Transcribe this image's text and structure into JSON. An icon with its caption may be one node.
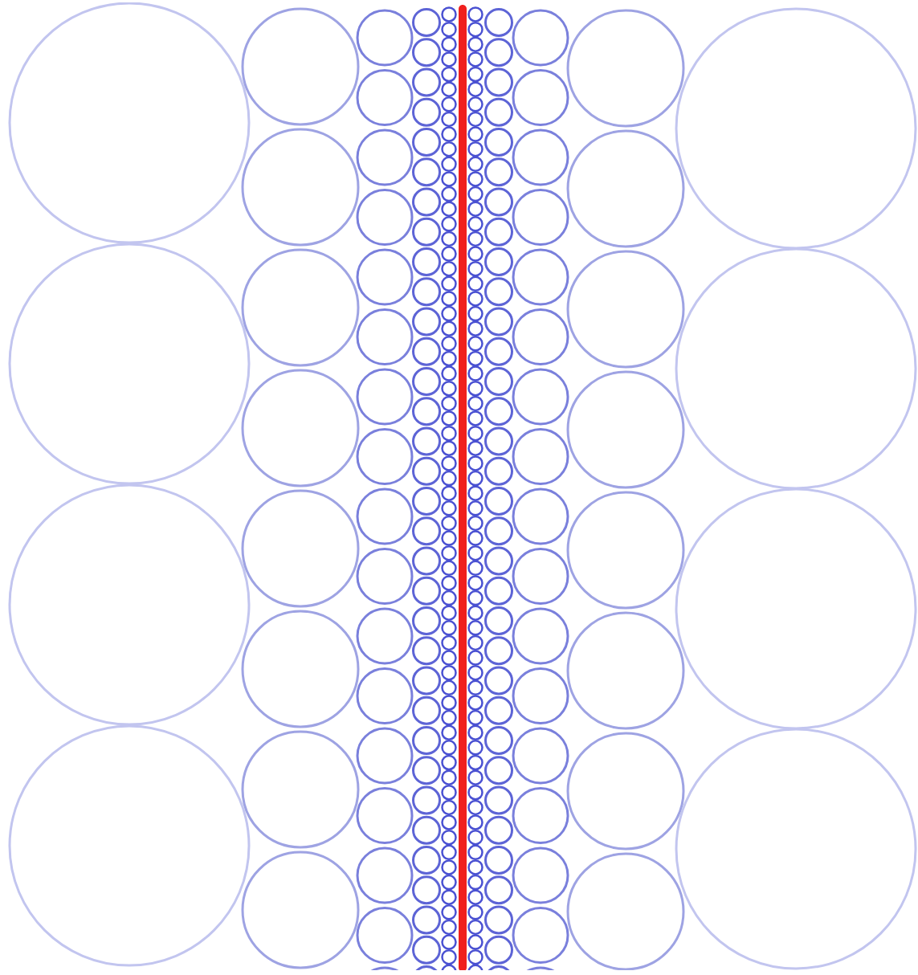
{
  "diagram": {
    "nodes": [
      {
        "text": [],
        "shape": "circle"
      },
      {
        "text": [],
        "shape": "circle"
      },
      {
        "text": [],
        "shape": "circle"
      },
      {
        "text": [],
        "shape": "circle"
      },
      {
        "text": [],
        "shape": "circle"
      },
      {
        "text": [],
        "shape": "circle"
      },
      {
        "text": [],
        "shape": "circle"
      },
      {
        "text": [],
        "shape": "circle"
      },
      {
        "text": [],
        "shape": "circle"
      },
      {
        "text": [],
        "shape": "circle"
      },
      {
        "text": [],
        "shape": "circle"
      },
      {
        "text": [],
        "shape": "circle"
      },
      {
        "text": [],
        "shape": "circle"
      },
      {
        "text": [],
        "shape": "circle"
      },
      {
        "text": [],
        "shape": "circle"
      },
      {
        "text": [],
        "shape": "circle"
      },
      {
        "text": [],
        "shape": "circle"
      },
      {
        "text": [],
        "shape": "circle"
      },
      {
        "text": [],
        "shape": "circle"
      },
      {
        "text": [],
        "shape": "circle"
      },
      {
        "text": [],
        "shape": "circle"
      },
      {
        "text": [],
        "shape": "circle"
      },
      {
        "text": [],
        "shape": "circle"
      },
      {
        "text": [],
        "shape": "circle"
      },
      {
        "text": [],
        "shape": "circle"
      },
      {
        "text": [],
        "shape": "circle"
      },
      {
        "text": [],
        "shape": "circle"
      },
      {
        "text": [],
        "shape": "circle"
      },
      {
        "text": [],
        "shape": "circle"
      },
      {
        "text": [],
        "shape": "circle"
      },
      {
        "text": [],
        "shape": "circle"
      },
      {
        "text": [],
        "shape": "circle"
      },
      {
        "text": [],
        "shape": "circle"
      },
      {
        "text": [],
        "shape": "circle"
      },
      {
        "text": [],
        "shape": "circle"
      },
      {
        "text": [],
        "shape": "circle"
      },
      {
        "text": [],
        "shape": "circle"
      },
      {
        "text": [],
        "shape": "circle"
      },
      {
        "text": [],
        "shape": "circle"
      },
      {
        "text": [],
        "shape": "circle"
      },
      {
        "text": [],
        "shape": "circle"
      },
      {
        "text": [],
        "shape": "circle"
      },
      {
        "text": [],
        "shape": "circle"
      },
      {
        "text": [],
        "shape": "circle"
      },
      {
        "text": [],
        "shape": "circle"
      },
      {
        "text": [],
        "shape": "circle"
      },
      {
        "text": [],
        "shape": "circle"
      },
      {
        "text": [],
        "shape": "circle"
      },
      {
        "text": [],
        "shape": "circle"
      },
      {
        "text": [],
        "shape": "circle"
      },
      {
        "text": [],
        "shape": "circle"
      },
      {
        "text": [],
        "shape": "circle"
      },
      {
        "text": [],
        "shape": "circle"
      },
      {
        "text": [],
        "shape": "circle"
      },
      {
        "text": [],
        "shape": "circle"
      },
      {
        "text": [],
        "shape": "circle"
      },
      {
        "text": [],
        "shape": "circle"
      },
      {
        "text": [],
        "shape": "circle"
      },
      {
        "text": [],
        "shape": "circle"
      },
      {
        "text": [],
        "shape": "circle"
      },
      {
        "text": [],
        "shape": "circle"
      },
      {
        "text": [],
        "shape": "circle"
      },
      {
        "text": [],
        "shape": "circle"
      },
      {
        "text": [],
        "shape": "circle"
      },
      {
        "text": [],
        "shape": "circle"
      },
      {
        "text": [],
        "shape": "circle"
      },
      {
        "text": [],
        "shape": "circle"
      },
      {
        "text": [],
        "shape": "circle"
      },
      {
        "text": [],
        "shape": "circle"
      },
      {
        "text": [],
        "shape": "circle"
      },
      {
        "text": [],
        "shape": "circle"
      },
      {
        "text": [],
        "shape": "circle"
      },
      {
        "text": [],
        "shape": "circle"
      },
      {
        "text": [],
        "shape": "circle"
      },
      {
        "text": [],
        "shape": "circle"
      },
      {
        "text": [],
        "shape": "circle"
      },
      {
        "text": [],
        "shape": "circle"
      },
      {
        "text": [],
        "shape": "circle"
      },
      {
        "text": [],
        "shape": "circle"
      },
      {
        "text": [],
        "shape": "circle"
      },
      {
        "text": [],
        "shape": "circle"
      },
      {
        "text": [],
        "shape": "circle"
      },
      {
        "text": [],
        "shape": "circle"
      },
      {
        "text": [],
        "shape": "circle"
      },
      {
        "text": [],
        "shape": "circle"
      },
      {
        "text": [],
        "shape": "circle"
      },
      {
        "text": [],
        "shape": "circle"
      },
      {
        "text": [],
        "shape": "circle"
      },
      {
        "text": [],
        "shape": "circle"
      },
      {
        "text": [],
        "shape": "circle"
      },
      {
        "text": [],
        "shape": "circle"
      },
      {
        "text": [],
        "shape": "circle"
      },
      {
        "text": [],
        "shape": "circle"
      },
      {
        "text": [],
        "shape": "circle"
      },
      {
        "text": [],
        "shape": "circle"
      },
      {
        "text": [],
        "shape": "circle"
      },
      {
        "text": [],
        "shape": "circle"
      },
      {
        "text": [],
        "shape": "circle"
      },
      {
        "text": [],
        "shape": "circle"
      },
      {
        "text": [],
        "shape": "circle"
      },
      {
        "text": [],
        "shape": "circle"
      },
      {
        "text": [],
        "shape": "circle"
      },
      {
        "text": [],
        "shape": "circle"
      },
      {
        "text": [],
        "shape": "circle"
      },
      {
        "text": [],
        "shape": "circle"
      },
      {
        "text": [],
        "shape": "circle"
      },
      {
        "text": [],
        "shape": "circle"
      },
      {
        "text": [],
        "shape": "circle"
      },
      {
        "text": [],
        "shape": "circle"
      },
      {
        "text": [],
        "shape": "circle"
      },
      {
        "text": [],
        "shape": "circle"
      },
      {
        "text": [],
        "shape": "circle"
      },
      {
        "text": [],
        "shape": "circle"
      },
      {
        "text": [],
        "shape": "circle"
      },
      {
        "text": [],
        "shape": "circle"
      },
      {
        "text": [],
        "shape": "circle"
      },
      {
        "text": [],
        "shape": "circle"
      },
      {
        "text": [],
        "shape": "circle"
      },
      {
        "text": [],
        "shape": "circle"
      },
      {
        "text": [],
        "shape": "circle"
      },
      {
        "text": [],
        "shape": "circle"
      },
      {
        "text": [],
        "shape": "circle"
      },
      {
        "text": [],
        "shape": "circle"
      },
      {
        "text": [],
        "shape": "circle"
      },
      {
        "text": [],
        "shape": "circle"
      },
      {
        "text": [],
        "shape": "circle"
      },
      {
        "text": [],
        "shape": "circle"
      },
      {
        "text": [],
        "shape": "bar"
      },
      {
        "text": [],
        "shape": "circle"
      },
      {
        "text": [],
        "shape": "circle"
      },
      {
        "text": [],
        "shape": "circle"
      },
      {
        "text": [],
        "shape": "circle"
      },
      {
        "text": [],
        "shape": "circle"
      },
      {
        "text": [],
        "shape": "circle"
      },
      {
        "text": [],
        "shape": "circle"
      },
      {
        "text": [],
        "shape": "circle"
      },
      {
        "text": [],
        "shape": "circle"
      },
      {
        "text": [],
        "shape": "circle"
      },
      {
        "text": [],
        "shape": "circle"
      },
      {
        "text": [],
        "shape": "circle"
      },
      {
        "text": [],
        "shape": "circle"
      },
      {
        "text": [],
        "shape": "circle"
      },
      {
        "text": [],
        "shape": "circle"
      },
      {
        "text": [],
        "shape": "circle"
      },
      {
        "text": [],
        "shape": "circle"
      },
      {
        "text": [],
        "shape": "circle"
      },
      {
        "text": [],
        "shape": "circle"
      },
      {
        "text": [],
        "shape": "circle"
      },
      {
        "text": [],
        "shape": "circle"
      },
      {
        "text": [],
        "shape": "circle"
      },
      {
        "text": [],
        "shape": "circle"
      },
      {
        "text": [],
        "shape": "circle"
      },
      {
        "text": [],
        "shape": "circle"
      },
      {
        "text": [],
        "shape": "circle"
      },
      {
        "text": [],
        "shape": "circle"
      },
      {
        "text": [],
        "shape": "circle"
      },
      {
        "text": [],
        "shape": "circle"
      },
      {
        "text": [],
        "shape": "circle"
      },
      {
        "text": [],
        "shape": "circle"
      },
      {
        "text": [],
        "shape": "circle"
      },
      {
        "text": [],
        "shape": "circle"
      },
      {
        "text": [],
        "shape": "circle"
      },
      {
        "text": [],
        "shape": "circle"
      },
      {
        "text": [],
        "shape": "circle"
      },
      {
        "text": [],
        "shape": "circle"
      },
      {
        "text": [],
        "shape": "circle"
      },
      {
        "text": [],
        "shape": "circle"
      },
      {
        "text": [],
        "shape": "circle"
      },
      {
        "text": [],
        "shape": "circle"
      },
      {
        "text": [],
        "shape": "circle"
      },
      {
        "text": [],
        "shape": "circle"
      },
      {
        "text": [],
        "shape": "circle"
      },
      {
        "text": [],
        "shape": "circle"
      },
      {
        "text": [],
        "shape": "circle"
      },
      {
        "text": [],
        "shape": "circle"
      },
      {
        "text": [],
        "shape": "circle"
      },
      {
        "text": [],
        "shape": "circle"
      },
      {
        "text": [],
        "shape": "circle"
      },
      {
        "text": [],
        "shape": "circle"
      },
      {
        "text": [],
        "shape": "circle"
      },
      {
        "text": [],
        "shape": "circle"
      },
      {
        "text": [],
        "shape": "circle"
      },
      {
        "text": [],
        "shape": "circle"
      },
      {
        "text": [],
        "shape": "circle"
      },
      {
        "text": [],
        "shape": "circle"
      },
      {
        "text": [],
        "shape": "circle"
      },
      {
        "text": [],
        "shape": "circle"
      },
      {
        "text": [],
        "shape": "circle"
      },
      {
        "text": [],
        "shape": "circle"
      },
      {
        "text": [],
        "shape": "circle"
      },
      {
        "text": [],
        "shape": "circle"
      },
      {
        "text": [],
        "shape": "circle"
      },
      {
        "text": [],
        "shape": "circle"
      },
      {
        "text": [],
        "shape": "circle"
      },
      {
        "text": [],
        "shape": "circle"
      },
      {
        "text": [],
        "shape": "circle"
      },
      {
        "text": [],
        "shape": "circle"
      },
      {
        "text": [],
        "shape": "circle"
      },
      {
        "text": [],
        "shape": "circle"
      },
      {
        "text": [],
        "shape": "circle"
      },
      {
        "text": [],
        "shape": "circle"
      },
      {
        "text": [],
        "shape": "circle"
      },
      {
        "text": [],
        "shape": "circle"
      },
      {
        "text": [],
        "shape": "circle"
      },
      {
        "text": [],
        "shape": "circle"
      },
      {
        "text": [],
        "shape": "circle"
      },
      {
        "text": [],
        "shape": "circle"
      },
      {
        "text": [],
        "shape": "circle"
      },
      {
        "text": [],
        "shape": "circle"
      },
      {
        "text": [],
        "shape": "circle"
      },
      {
        "text": [],
        "shape": "circle"
      },
      {
        "text": [],
        "shape": "circle"
      },
      {
        "text": [],
        "shape": "circle"
      },
      {
        "text": [],
        "shape": "circle"
      },
      {
        "text": [],
        "shape": "circle"
      },
      {
        "text": [],
        "shape": "circle"
      },
      {
        "text": [],
        "shape": "circle"
      },
      {
        "text": [],
        "shape": "circle"
      },
      {
        "text": [],
        "shape": "circle"
      },
      {
        "text": [],
        "shape": "circle"
      },
      {
        "text": [],
        "shape": "circle"
      },
      {
        "text": [],
        "shape": "circle"
      },
      {
        "text": [],
        "shape": "circle"
      },
      {
        "text": [],
        "shape": "circle"
      },
      {
        "text": [],
        "shape": "circle"
      },
      {
        "text": [],
        "shape": "circle"
      },
      {
        "text": [],
        "shape": "circle"
      },
      {
        "text": [],
        "shape": "circle"
      },
      {
        "text": [],
        "shape": "circle"
      },
      {
        "text": [],
        "shape": "circle"
      },
      {
        "text": [],
        "shape": "circle"
      },
      {
        "text": [],
        "shape": "circle"
      },
      {
        "text": [],
        "shape": "circle"
      },
      {
        "text": [],
        "shape": "circle"
      },
      {
        "text": [],
        "shape": "circle"
      },
      {
        "text": [],
        "shape": "circle"
      },
      {
        "text": [],
        "shape": "circle"
      },
      {
        "text": [],
        "shape": "circle"
      },
      {
        "text": [],
        "shape": "circle"
      },
      {
        "text": [],
        "shape": "circle"
      },
      {
        "text": [],
        "shape": "circle"
      },
      {
        "text": [],
        "shape": "circle"
      },
      {
        "text": [],
        "shape": "circle"
      },
      {
        "text": [],
        "shape": "circle"
      },
      {
        "text": [],
        "shape": "circle"
      },
      {
        "text": [],
        "shape": "circle"
      },
      {
        "text": [],
        "shape": "circle"
      },
      {
        "text": [],
        "shape": "circle"
      },
      {
        "text": [],
        "shape": "circle"
      },
      {
        "text": [],
        "shape": "circle"
      },
      {
        "text": [],
        "shape": "circle"
      },
      {
        "text": [],
        "shape": "circle"
      },
      {
        "text": [],
        "shape": "circle"
      },
      {
        "text": [],
        "shape": "circle"
      },
      {
        "text": [],
        "shape": "circle"
      }
    ]
  }
}
